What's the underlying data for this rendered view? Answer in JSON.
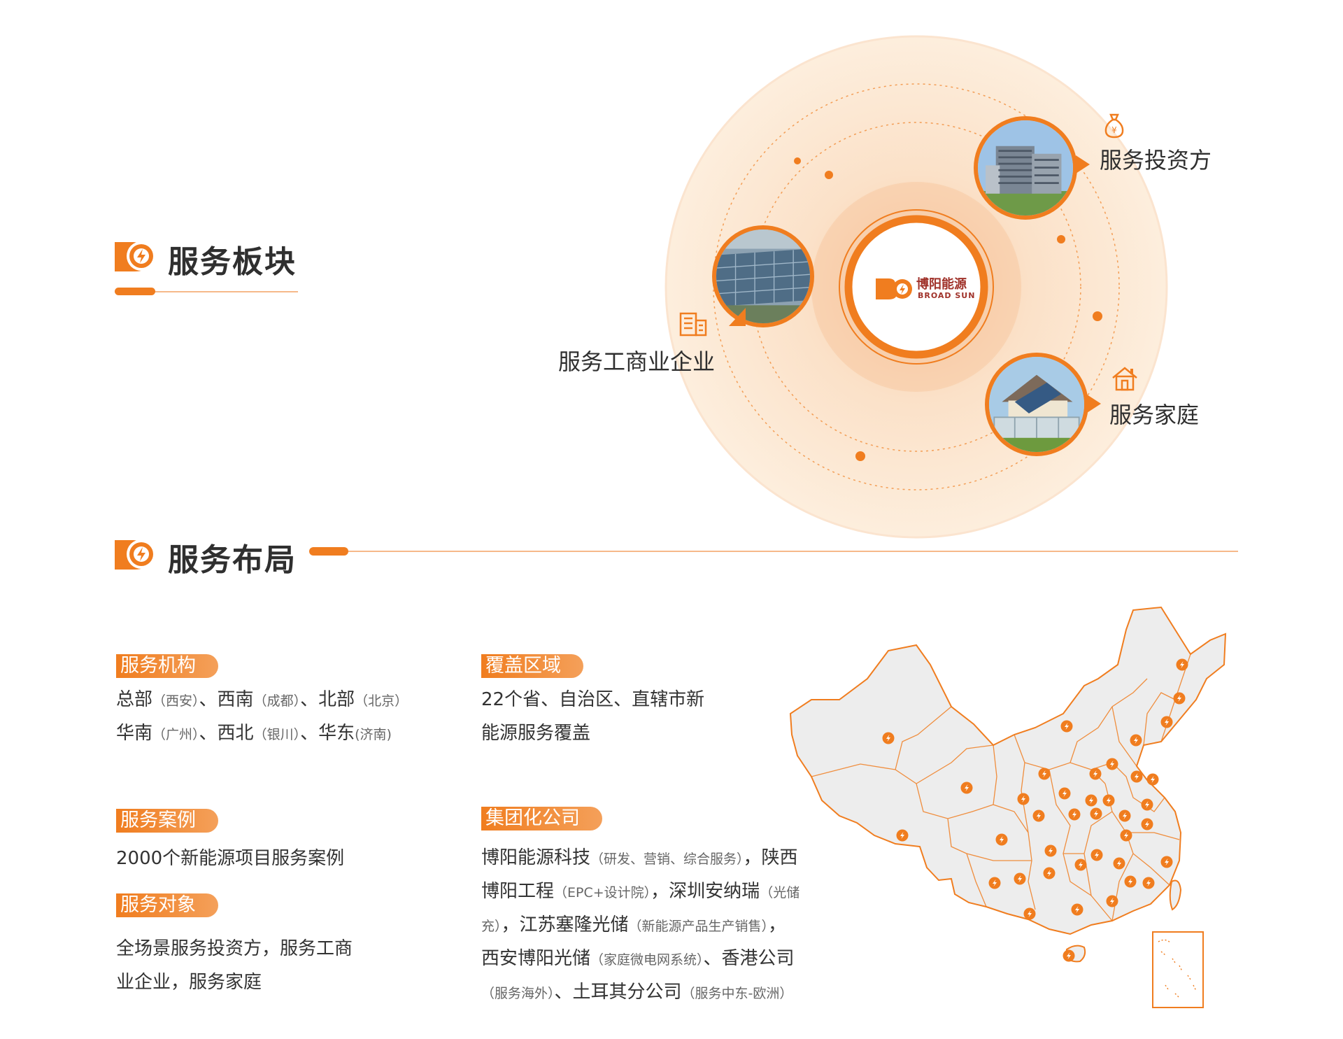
{
  "brand": {
    "name_cn": "博阳能源",
    "name_en": "BROAD SUN",
    "colors": {
      "primary": "#f07d1f",
      "light": "#fbe3cc",
      "map_fill": "#ededed"
    }
  },
  "section1": {
    "title": "服务板块",
    "segments": {
      "investor": {
        "label": "服务投资方",
        "icon": "money-bag-icon"
      },
      "business": {
        "label": "服务工商业企业",
        "icon": "building-icon"
      },
      "family": {
        "label": "服务家庭",
        "icon": "house-icon"
      }
    }
  },
  "section2": {
    "title": "服务布局",
    "institutions": {
      "tag": "服务机构",
      "line1": {
        "a": "总部",
        "a_note": "（西安）",
        "sep1": "、",
        "b": "西南",
        "b_note": "（成都）",
        "sep2": "、",
        "c": "北部",
        "c_note": "（北京）"
      },
      "line2": {
        "a": "华南",
        "a_note": "（广州）",
        "sep1": "、",
        "b": "西北",
        "b_note": "（银川）",
        "sep2": "、",
        "c": "华东",
        "c_note": "(济南)"
      }
    },
    "coverage": {
      "tag": "覆盖区域",
      "line1": "22个省、自治区、直辖市新",
      "line2": "能源服务覆盖"
    },
    "cases": {
      "tag": "服务案例",
      "text": "2000个新能源项目服务案例"
    },
    "targets": {
      "tag": "服务对象",
      "line1": "全场景服务投资方，服务工商",
      "line2": "业企业，服务家庭"
    },
    "group": {
      "tag": "集团化公司",
      "l1": {
        "a": "博阳能源科技",
        "a_note": "（研发、营销、综合服务）",
        "b": "，陕西"
      },
      "l2": {
        "a": "博阳工程",
        "a_note": "（EPC+设计院）",
        "b": "，深圳安纳瑞",
        "b_note": "（光储"
      },
      "l3": {
        "a_note": "充）",
        "b": "，江苏塞隆光储",
        "b_note": "（新能源产品生产销售）",
        "c": "，"
      },
      "l4": {
        "a": "西安博阳光储",
        "a_note": "（家庭微电网系统）",
        "b": "、香港公司"
      },
      "l5": {
        "a_note": "（服务海外）",
        "b": "、土耳其分公司",
        "b_note": "（服务中东-欧洲）"
      }
    }
  }
}
